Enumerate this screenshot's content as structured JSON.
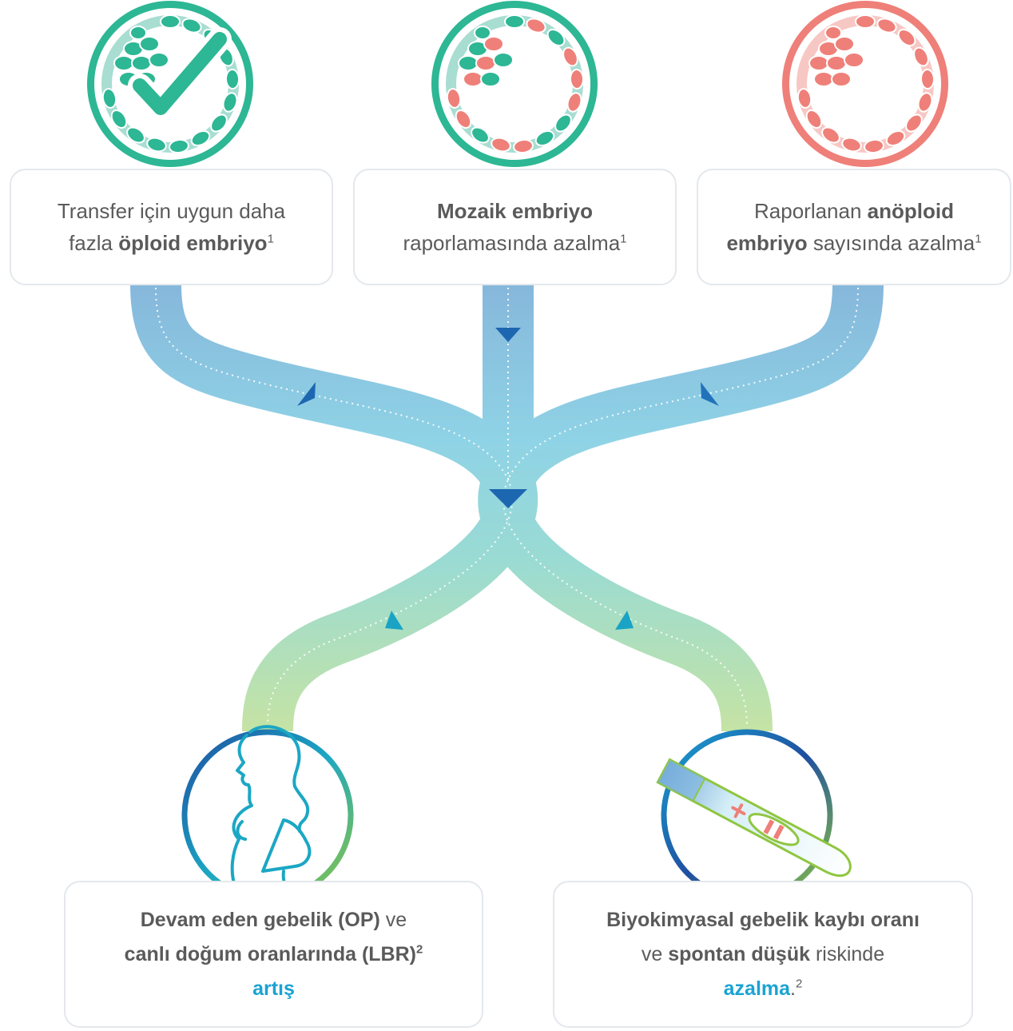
{
  "colors": {
    "teal": "#2db794",
    "teal_light": "#a8ddd2",
    "coral": "#ee8079",
    "coral_light": "#f7c7c4",
    "blue_path_top": "#86b7db",
    "blue_path_mid": "#8fd3e6",
    "green_path_end": "#c5e3a4",
    "accent_text": "#1aa3d3",
    "arrow_blue": "#1d67b1"
  },
  "top_boxes": [
    {
      "icon": "euploid-embryo-check-icon",
      "line1_prefix": "Transfer için uygun daha",
      "line2_prefix": "fazla ",
      "bold": "öploid embriyo",
      "sup": "1"
    },
    {
      "icon": "mosaic-embryo-icon",
      "bold": "Mozaik embriyo",
      "line2": "raporlamasında azalma",
      "sup": "1"
    },
    {
      "icon": "aneuploid-embryo-icon",
      "line1_prefix": "Raporlanan ",
      "bold1": "anöploid",
      "bold2": "embriyo",
      "line2_suffix": " sayısında azalma",
      "sup": "1"
    }
  ],
  "bottom_boxes": [
    {
      "icon": "pregnant-woman-icon",
      "bold1": "Devam eden gebelik (OP)",
      "text1": " ve",
      "bold2": "canlı doğum oranlarında (LBR)",
      "sup": "2",
      "accent": "artış"
    },
    {
      "icon": "pregnancy-test-icon",
      "bold1": "Biyokimyasal gebelik kaybı oranı",
      "text1": "ve ",
      "bold2": "spontan düşük",
      "text2": " riskinde",
      "accent": "azalma",
      "text3": ".",
      "sup": "2"
    }
  ]
}
